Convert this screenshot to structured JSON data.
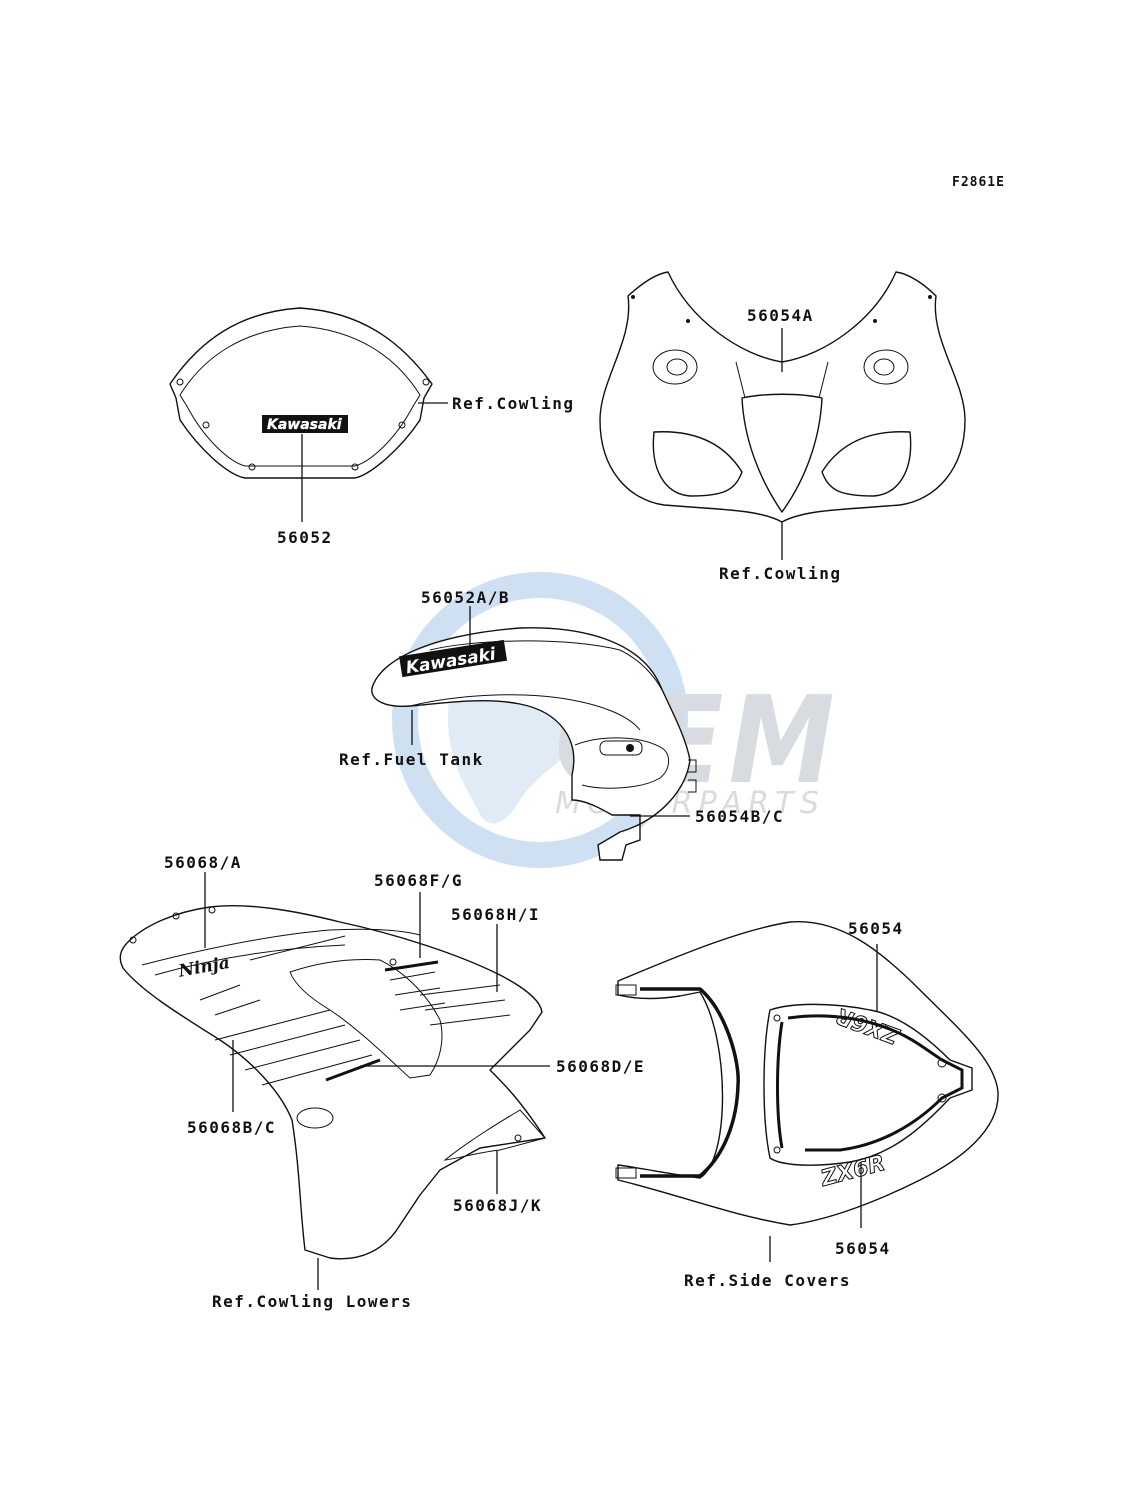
{
  "diagram_code": "F2861E",
  "colors": {
    "line": "#111111",
    "background": "#ffffff",
    "watermark_globe": "#8fb8e0",
    "watermark_text": "#b9c0c8"
  },
  "watermark": {
    "name": "OEM",
    "tagline": "MOTORPARTS"
  },
  "parts": {
    "windshield": {
      "label": "56052",
      "ref_label": "Ref.Cowling",
      "decal_text": "Kawasaki"
    },
    "upper_cowling": {
      "label": "56054A",
      "ref_label": "Ref.Cowling"
    },
    "fuel_tank": {
      "label": "56052A/B",
      "label_side": "56054B/C",
      "ref_label": "Ref.Fuel Tank",
      "decal_text": "Kawasaki"
    },
    "cowling_lowers": {
      "labels": [
        "56068/A",
        "56068F/G",
        "56068H/I",
        "56068D/E",
        "56068B/C",
        "56068J/K"
      ],
      "ref_label": "Ref.Cowling Lowers",
      "decal_text": "Ninja"
    },
    "side_covers": {
      "label_top": "56054",
      "label_bottom": "56054",
      "ref_label": "Ref.Side Covers",
      "decal_text": "ZX6R"
    }
  }
}
